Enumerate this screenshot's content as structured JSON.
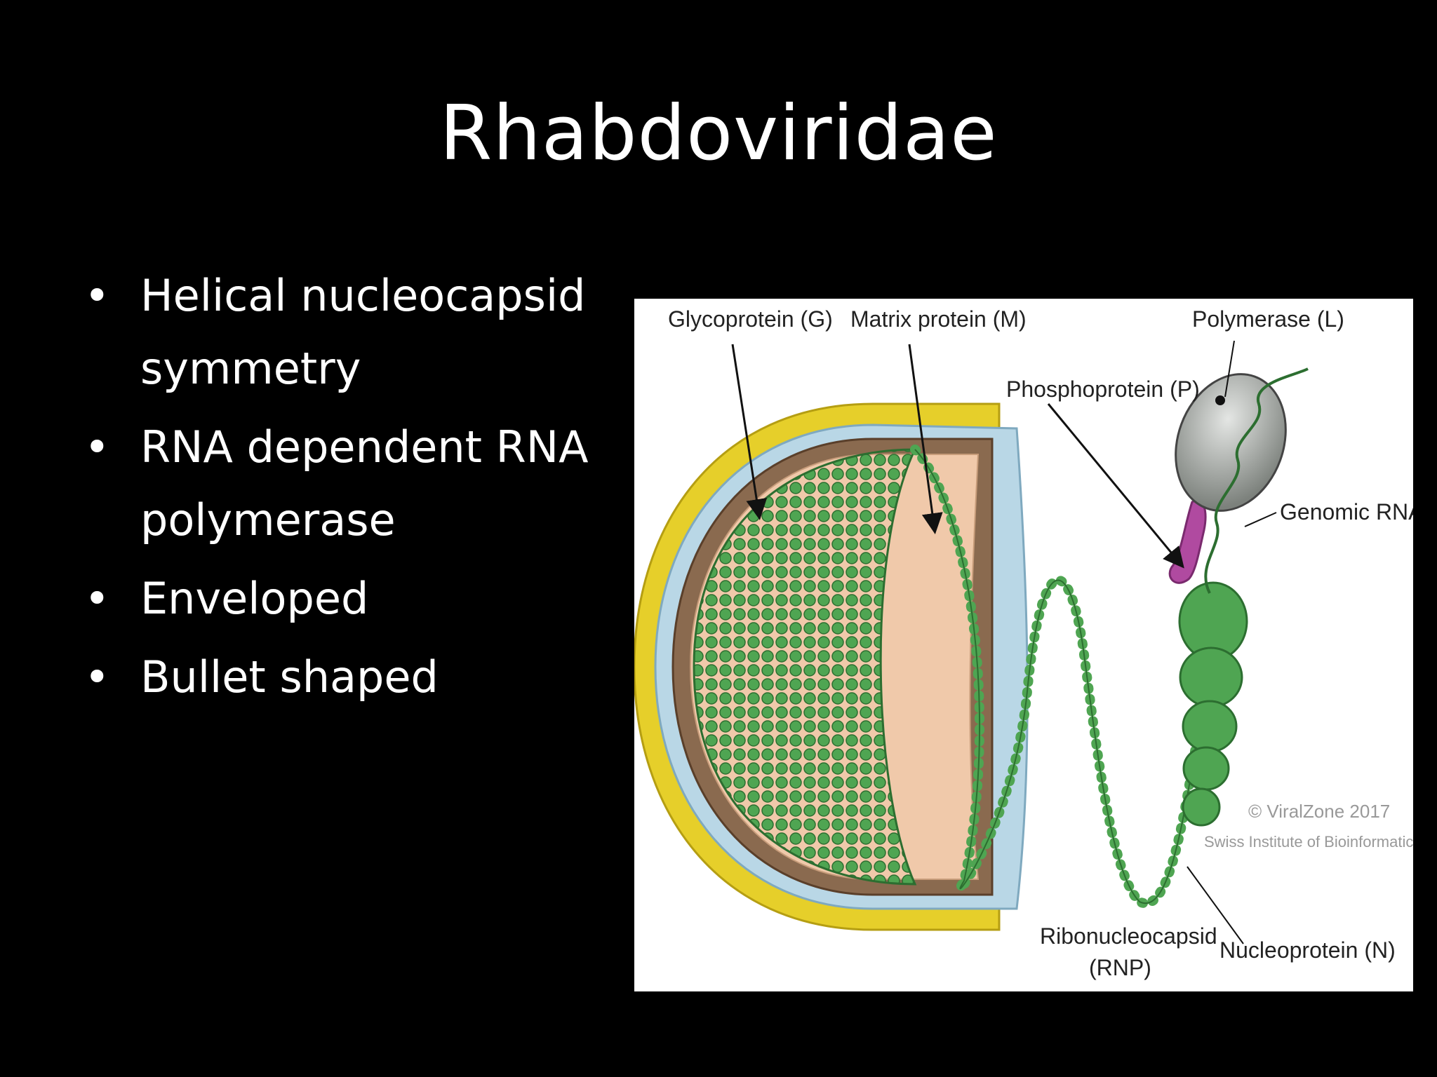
{
  "slide": {
    "title": "Rhabdoviridae",
    "bullets": [
      "Helical nucleocapsid symmetry",
      "RNA dependent RNA polymerase",
      "Enveloped",
      "Bullet shaped"
    ]
  },
  "diagram": {
    "labels": {
      "glycoprotein": "Glycoprotein (G)",
      "matrix": "Matrix protein (M)",
      "polymerase": "Polymerase (L)",
      "phosphoprotein": "Phosphoprotein (P)",
      "genomic_rna": "Genomic RNA",
      "rnp_line1": "Ribonucleocapsid",
      "rnp_line2": "(RNP)",
      "nucleoprotein": "Nucleoprotein (N)"
    },
    "credit": {
      "line1": "© ViralZone 2017",
      "line2": "Swiss Institute of Bioinformatics"
    },
    "colors": {
      "envelope": "#e6cf2a",
      "membrane": "#b9d7e6",
      "matrix": "#8a6a4f",
      "interior": "#f0c9aa",
      "nucleocapsid": "#4fa552",
      "polymerase": "#9aa09a",
      "phosphoprotein": "#b04aa0"
    }
  }
}
